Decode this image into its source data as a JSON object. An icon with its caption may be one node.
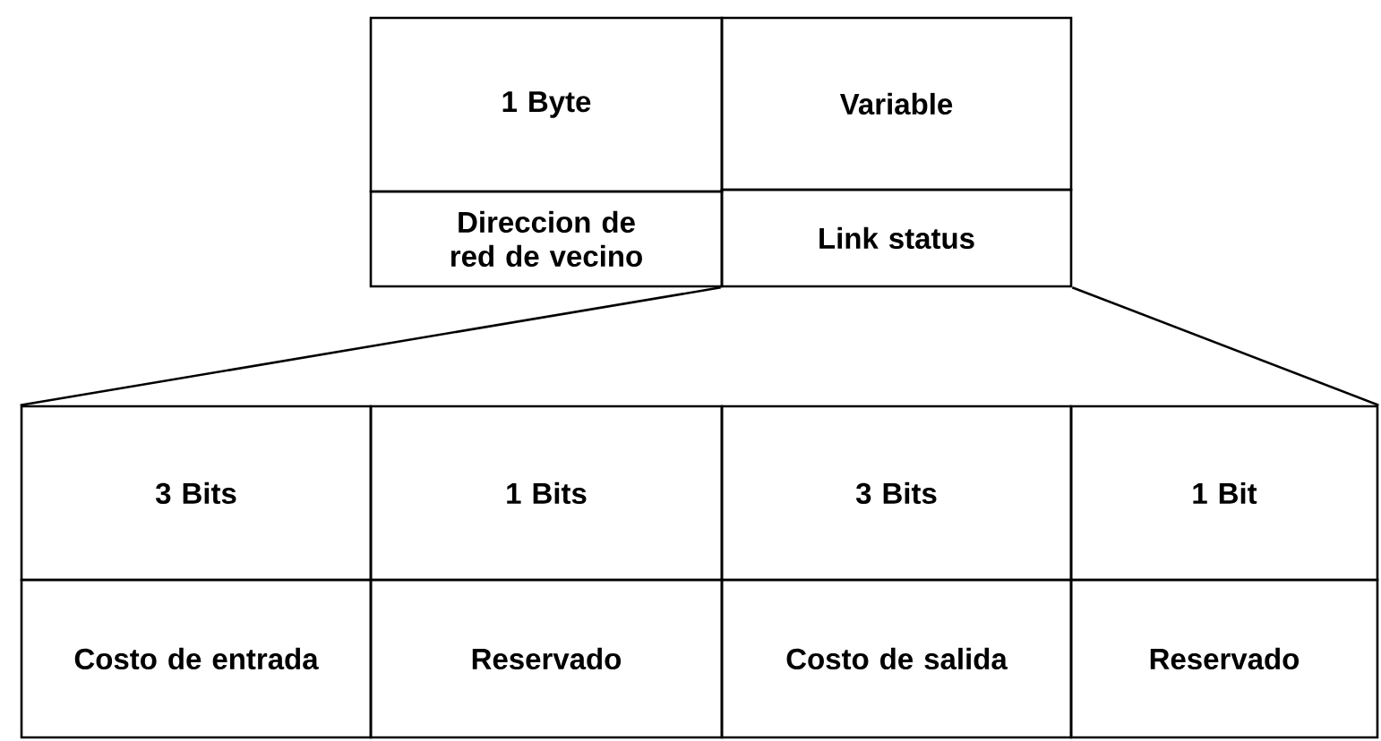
{
  "diagram": {
    "nodes": [
      {
        "text": [
          "1 Byte"
        ]
      },
      {
        "text": [
          "Variable"
        ]
      },
      {
        "text": [
          "Direccion de red de vecino"
        ]
      },
      {
        "text": [
          "Link status"
        ]
      },
      {
        "text": [
          "3 Bits"
        ]
      },
      {
        "text": [
          "1 Bits"
        ]
      },
      {
        "text": [
          "3 Bits"
        ]
      },
      {
        "text": [
          "1 Bit"
        ]
      },
      {
        "text": [
          "Costo de entrada"
        ]
      },
      {
        "text": [
          "Reservado"
        ]
      },
      {
        "text": [
          "Costo de salida"
        ]
      },
      {
        "text": [
          "Reservado"
        ]
      }
    ],
    "edges": [
      {
        "from": 3,
        "to": 4,
        "arrow": "none"
      },
      {
        "from": 3,
        "to": 7,
        "arrow": "none"
      }
    ]
  }
}
